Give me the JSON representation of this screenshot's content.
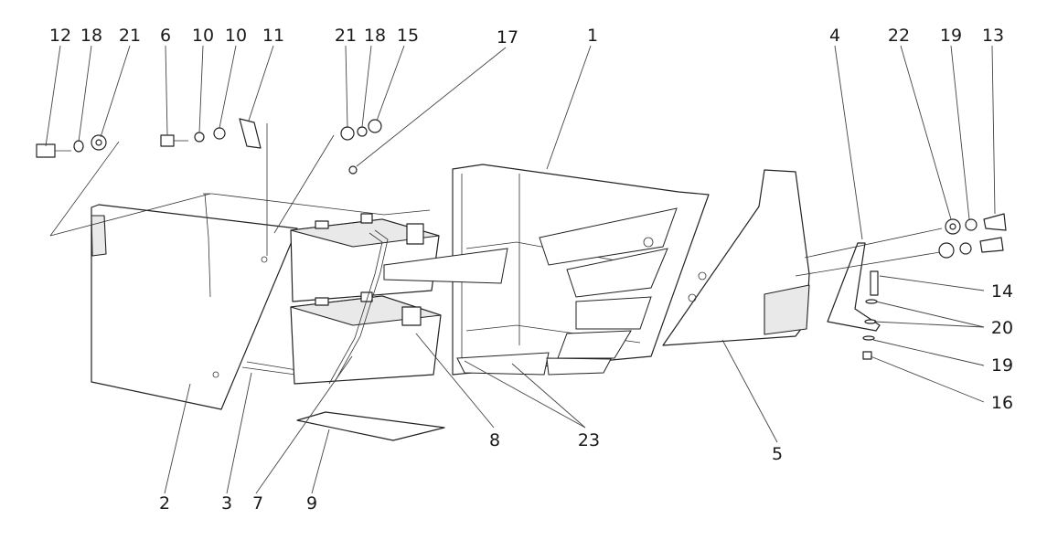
{
  "diagram": {
    "callouts": [
      "12",
      "18",
      "21",
      "6",
      "10",
      "10",
      "11",
      "21",
      "18",
      "15",
      "17",
      "1",
      "4",
      "22",
      "19",
      "13",
      "14",
      "20",
      "19",
      "16",
      "2",
      "3",
      "7",
      "9",
      "8",
      "23",
      "5"
    ]
  },
  "colors": {
    "line": "#222222",
    "fill": "#ffffff",
    "shade": "#e9e9e9"
  }
}
